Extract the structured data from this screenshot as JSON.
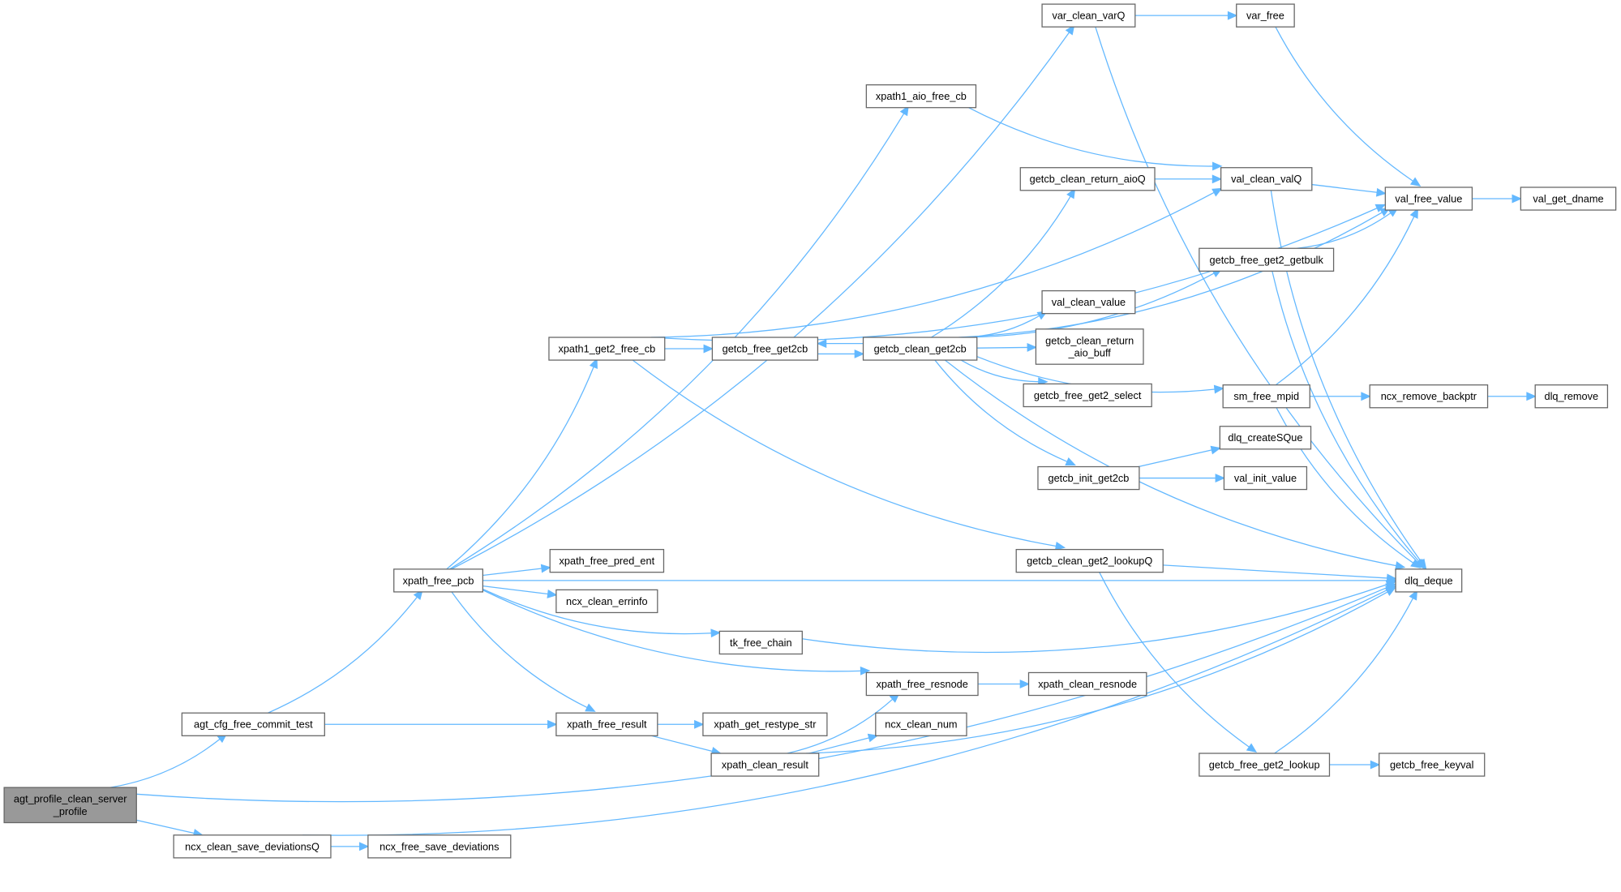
{
  "graph": {
    "edge_color": "#63b8ff",
    "root_fill": "#999999",
    "nodes": [
      {
        "id": "agt_profile_clean_server_profile",
        "lines": [
          "agt_profile_clean_server",
          "_profile"
        ],
        "root": true
      },
      {
        "id": "agt_cfg_free_commit_test",
        "lines": [
          "agt_cfg_free_commit_test"
        ]
      },
      {
        "id": "ncx_clean_save_deviationsQ",
        "lines": [
          "ncx_clean_save_deviationsQ"
        ]
      },
      {
        "id": "ncx_free_save_deviations",
        "lines": [
          "ncx_free_save_deviations"
        ]
      },
      {
        "id": "xpath_free_pcb",
        "lines": [
          "xpath_free_pcb"
        ]
      },
      {
        "id": "xpath1_get2_free_cb",
        "lines": [
          "xpath1_get2_free_cb"
        ]
      },
      {
        "id": "xpath_free_pred_ent",
        "lines": [
          "xpath_free_pred_ent"
        ]
      },
      {
        "id": "ncx_clean_errinfo",
        "lines": [
          "ncx_clean_errinfo"
        ]
      },
      {
        "id": "tk_free_chain",
        "lines": [
          "tk_free_chain"
        ]
      },
      {
        "id": "xpath_free_result",
        "lines": [
          "xpath_free_result"
        ]
      },
      {
        "id": "xpath_get_restype_str",
        "lines": [
          "xpath_get_restype_str"
        ]
      },
      {
        "id": "xpath_clean_result",
        "lines": [
          "xpath_clean_result"
        ]
      },
      {
        "id": "xpath_free_resnode",
        "lines": [
          "xpath_free_resnode"
        ]
      },
      {
        "id": "ncx_clean_num",
        "lines": [
          "ncx_clean_num"
        ]
      },
      {
        "id": "xpath_clean_resnode",
        "lines": [
          "xpath_clean_resnode"
        ]
      },
      {
        "id": "getcb_free_get2cb",
        "lines": [
          "getcb_free_get2cb"
        ]
      },
      {
        "id": "getcb_clean_get2cb",
        "lines": [
          "getcb_clean_get2cb"
        ]
      },
      {
        "id": "var_clean_varQ",
        "lines": [
          "var_clean_varQ"
        ]
      },
      {
        "id": "var_free",
        "lines": [
          "var_free"
        ]
      },
      {
        "id": "xpath1_aio_free_cb",
        "lines": [
          "xpath1_aio_free_cb"
        ]
      },
      {
        "id": "getcb_clean_return_aioQ",
        "lines": [
          "getcb_clean_return_aioQ"
        ]
      },
      {
        "id": "val_clean_valQ",
        "lines": [
          "val_clean_valQ"
        ]
      },
      {
        "id": "val_free_value",
        "lines": [
          "val_free_value"
        ]
      },
      {
        "id": "val_get_dname",
        "lines": [
          "val_get_dname"
        ]
      },
      {
        "id": "getcb_free_get2_getbulk",
        "lines": [
          "getcb_free_get2_getbulk"
        ]
      },
      {
        "id": "val_clean_value",
        "lines": [
          "val_clean_value"
        ]
      },
      {
        "id": "getcb_clean_return_aio_buff",
        "lines": [
          "getcb_clean_return",
          "_aio_buff"
        ]
      },
      {
        "id": "getcb_free_get2_select",
        "lines": [
          "getcb_free_get2_select"
        ]
      },
      {
        "id": "sm_free_mpid",
        "lines": [
          "sm_free_mpid"
        ]
      },
      {
        "id": "ncx_remove_backptr",
        "lines": [
          "ncx_remove_backptr"
        ]
      },
      {
        "id": "dlq_remove",
        "lines": [
          "dlq_remove"
        ]
      },
      {
        "id": "dlq_createSQue",
        "lines": [
          "dlq_createSQue"
        ]
      },
      {
        "id": "getcb_init_get2cb",
        "lines": [
          "getcb_init_get2cb"
        ]
      },
      {
        "id": "val_init_value",
        "lines": [
          "val_init_value"
        ]
      },
      {
        "id": "getcb_clean_get2_lookupQ",
        "lines": [
          "getcb_clean_get2_lookupQ"
        ]
      },
      {
        "id": "dlq_deque",
        "lines": [
          "dlq_deque"
        ]
      },
      {
        "id": "getcb_free_get2_lookup",
        "lines": [
          "getcb_free_get2_lookup"
        ]
      },
      {
        "id": "getcb_free_keyval",
        "lines": [
          "getcb_free_keyval"
        ]
      }
    ],
    "edges": [
      [
        "agt_profile_clean_server_profile",
        "agt_cfg_free_commit_test"
      ],
      [
        "agt_profile_clean_server_profile",
        "ncx_clean_save_deviationsQ"
      ],
      [
        "agt_profile_clean_server_profile",
        "dlq_deque"
      ],
      [
        "agt_cfg_free_commit_test",
        "xpath_free_pcb"
      ],
      [
        "agt_cfg_free_commit_test",
        "xpath_free_result"
      ],
      [
        "ncx_clean_save_deviationsQ",
        "ncx_free_save_deviations"
      ],
      [
        "ncx_clean_save_deviationsQ",
        "dlq_deque"
      ],
      [
        "xpath_free_pcb",
        "var_clean_varQ"
      ],
      [
        "xpath_free_pcb",
        "xpath1_aio_free_cb"
      ],
      [
        "xpath_free_pcb",
        "xpath1_get2_free_cb"
      ],
      [
        "xpath_free_pcb",
        "xpath_free_pred_ent"
      ],
      [
        "xpath_free_pcb",
        "ncx_clean_errinfo"
      ],
      [
        "xpath_free_pcb",
        "tk_free_chain"
      ],
      [
        "xpath_free_pcb",
        "xpath_free_resnode"
      ],
      [
        "xpath_free_pcb",
        "xpath_free_result"
      ],
      [
        "xpath_free_pcb",
        "dlq_deque"
      ],
      [
        "xpath1_get2_free_cb",
        "val_free_value"
      ],
      [
        "xpath1_get2_free_cb",
        "val_clean_valQ"
      ],
      [
        "xpath1_get2_free_cb",
        "getcb_free_get2cb"
      ],
      [
        "xpath1_get2_free_cb",
        "getcb_clean_get2_lookupQ"
      ],
      [
        "var_clean_varQ",
        "var_free"
      ],
      [
        "var_clean_varQ",
        "dlq_deque"
      ],
      [
        "var_free",
        "val_free_value"
      ],
      [
        "xpath1_aio_free_cb",
        "val_clean_valQ"
      ],
      [
        "getcb_free_get2cb",
        "getcb_clean_get2cb"
      ],
      [
        "getcb_clean_get2cb",
        "getcb_free_get2cb"
      ],
      [
        "getcb_clean_get2cb",
        "getcb_clean_return_aioQ"
      ],
      [
        "getcb_clean_get2cb",
        "val_free_value"
      ],
      [
        "getcb_clean_get2cb",
        "getcb_free_get2_getbulk"
      ],
      [
        "getcb_clean_get2cb",
        "val_clean_value"
      ],
      [
        "getcb_clean_get2cb",
        "getcb_clean_return_aio_buff"
      ],
      [
        "getcb_clean_get2cb",
        "getcb_free_get2_select"
      ],
      [
        "getcb_clean_get2cb",
        "sm_free_mpid"
      ],
      [
        "getcb_clean_get2cb",
        "getcb_init_get2cb"
      ],
      [
        "getcb_clean_get2cb",
        "dlq_deque"
      ],
      [
        "getcb_clean_return_aioQ",
        "val_clean_valQ"
      ],
      [
        "val_clean_valQ",
        "val_free_value"
      ],
      [
        "val_clean_valQ",
        "dlq_deque"
      ],
      [
        "val_free_value",
        "val_get_dname"
      ],
      [
        "getcb_free_get2_getbulk",
        "val_free_value"
      ],
      [
        "getcb_free_get2_getbulk",
        "dlq_deque"
      ],
      [
        "sm_free_mpid",
        "val_free_value"
      ],
      [
        "sm_free_mpid",
        "ncx_remove_backptr"
      ],
      [
        "sm_free_mpid",
        "dlq_deque"
      ],
      [
        "ncx_remove_backptr",
        "dlq_remove"
      ],
      [
        "getcb_init_get2cb",
        "dlq_createSQue"
      ],
      [
        "getcb_init_get2cb",
        "val_init_value"
      ],
      [
        "getcb_clean_get2_lookupQ",
        "dlq_deque"
      ],
      [
        "getcb_clean_get2_lookupQ",
        "getcb_free_get2_lookup"
      ],
      [
        "getcb_free_get2_lookup",
        "dlq_deque"
      ],
      [
        "getcb_free_get2_lookup",
        "getcb_free_keyval"
      ],
      [
        "tk_free_chain",
        "dlq_deque"
      ],
      [
        "xpath_free_result",
        "xpath_get_restype_str"
      ],
      [
        "xpath_free_result",
        "xpath_clean_result"
      ],
      [
        "xpath_clean_result",
        "xpath_free_resnode"
      ],
      [
        "xpath_clean_result",
        "ncx_clean_num"
      ],
      [
        "xpath_clean_result",
        "dlq_deque"
      ],
      [
        "xpath_free_resnode",
        "xpath_clean_resnode"
      ]
    ]
  }
}
